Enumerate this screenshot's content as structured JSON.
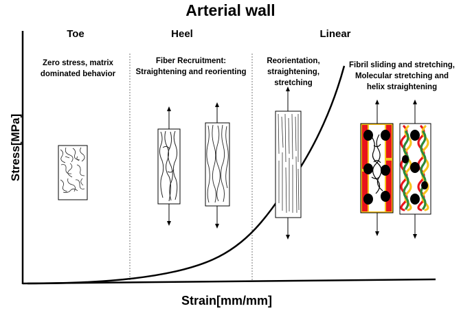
{
  "title": "Arterial wall",
  "y_axis_label": "Stress[MPa]",
  "x_axis_label": "Strain[mm/mm]",
  "phases": [
    {
      "name": "Toe",
      "lines": [
        "Zero stress, matrix",
        "dominated behavior"
      ]
    },
    {
      "name": "Heel",
      "lines": [
        "Fiber Recruitment:",
        "Straightening and reorienting"
      ]
    },
    {
      "name": "Linear",
      "lines": [
        "Reorientation,",
        "straightening,",
        "stretching"
      ]
    },
    {
      "name": "",
      "lines": [
        "Fibril sliding and stretching,",
        "Molecular stretching and",
        "helix straightening"
      ]
    }
  ],
  "colors": {
    "fibril_red": "#e8141b",
    "fibril_yellow": "#f7c31d",
    "fibril_green": "#2d8a3a",
    "ink": "#000000"
  }
}
